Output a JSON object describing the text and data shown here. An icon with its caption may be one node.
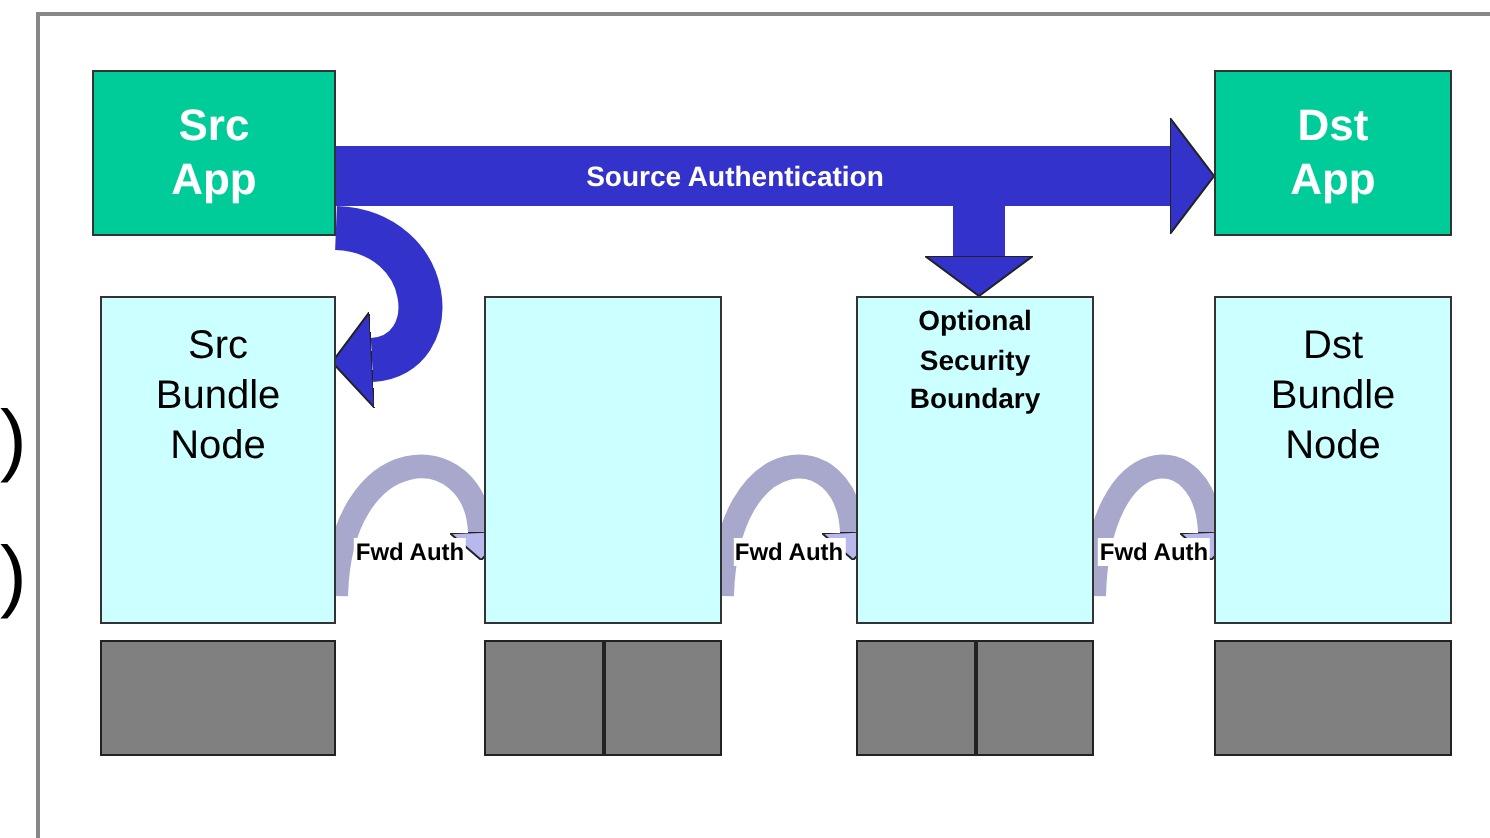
{
  "diagram": {
    "nodes": [
      {
        "text": [
          "Src App"
        ]
      },
      {
        "text": [
          "Dst App"
        ]
      },
      {
        "text": [
          "Src Bundle Node"
        ]
      },
      {
        "text": [],
        "shape": "box"
      },
      {
        "text": [
          "Optional Security Boundary"
        ]
      },
      {
        "text": [
          "Dst Bundle Node"
        ]
      },
      {
        "text": [],
        "shape": "box"
      },
      {
        "text": [],
        "shape": "box"
      },
      {
        "text": [],
        "shape": "box"
      },
      {
        "text": [],
        "shape": "box"
      },
      {
        "text": [],
        "shape": "box"
      },
      {
        "text": [],
        "shape": "box"
      }
    ],
    "edges": [
      {
        "from": 0,
        "to": 1,
        "arrow": "to",
        "label": "Source Authentication",
        "style": "thick",
        "color": "#3333cc"
      },
      {
        "from": 0,
        "to": 2,
        "arrow": "to",
        "style": "thick",
        "color": "#3333cc"
      },
      {
        "from": 0,
        "to": 4,
        "arrow": "to",
        "style": "thick",
        "color": "#3333cc"
      },
      {
        "from": 2,
        "to": 3,
        "arrow": "to",
        "label": "Fwd Auth",
        "color": "#a8a8cc"
      },
      {
        "from": 3,
        "to": 4,
        "arrow": "to",
        "label": "Fwd Auth",
        "color": "#a8a8cc"
      },
      {
        "from": 4,
        "to": 5,
        "arrow": "to",
        "label": "Fwd Auth",
        "color": "#a8a8cc"
      }
    ],
    "labels": [
      ")",
      ")"
    ]
  }
}
